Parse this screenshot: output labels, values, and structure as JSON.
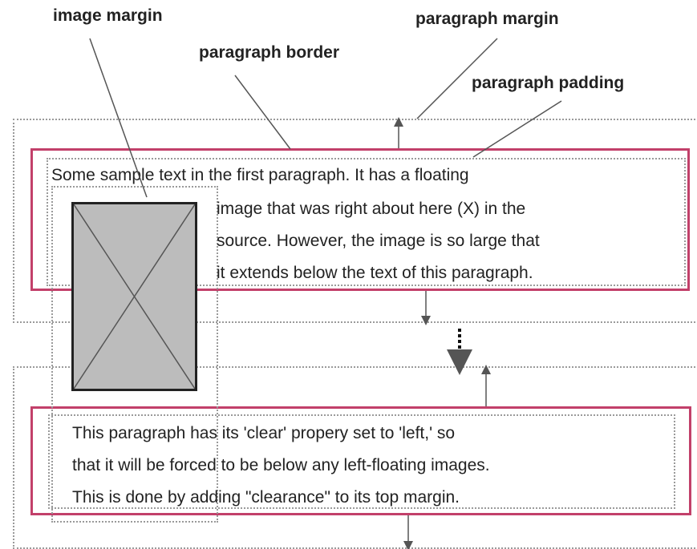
{
  "labels": {
    "image_margin": "image margin",
    "paragraph_margin": "paragraph margin",
    "paragraph_border": "paragraph border",
    "paragraph_padding": "paragraph padding"
  },
  "paragraph_1": {
    "lines": [
      "Some sample text in the first paragraph. It has a floating",
      "image that was right about here (X) in the",
      "source. However, the image is so large that",
      "it extends below the text of this paragraph."
    ]
  },
  "paragraph_2": {
    "lines": [
      "This paragraph has its 'clear' propery set to 'left,' so",
      "that it will be forced to be below any left-floating images.",
      "This is done by adding \"clearance\" to its top margin."
    ]
  },
  "colors": {
    "border": "#c2406a",
    "dotted": "#9a9a9a",
    "image_fill": "#bcbcbc",
    "text": "#222222"
  }
}
